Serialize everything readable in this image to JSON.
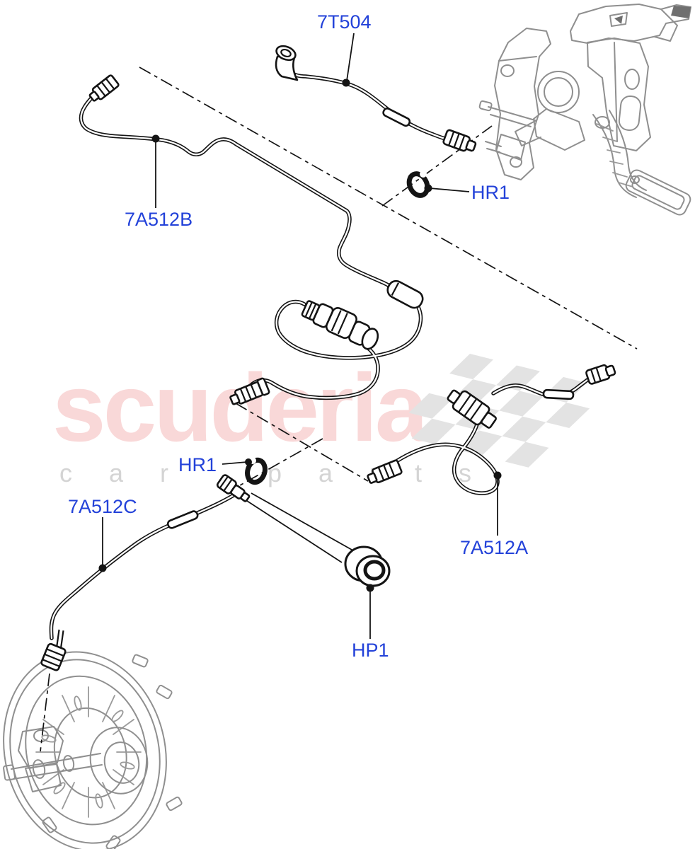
{
  "diagram": {
    "part_labels": {
      "top_tube": "7T504",
      "oring_upper": "HR1",
      "tube_b": "7A512B",
      "oring_mid": "HR1",
      "tube_c": "7A512C",
      "tube_a": "7A512A",
      "grommet": "HP1"
    },
    "watermark": {
      "brand": "scuderia",
      "tagline": "car parts"
    },
    "colors": {
      "label_blue": "#2342d9",
      "watermark_pink": "rgba(224,58,58,0.20)",
      "watermark_gray": "#d4d4d4",
      "line_black": "#141414",
      "art_gray": "#8f8f8f",
      "check_gray": "#e3e3e3"
    }
  }
}
